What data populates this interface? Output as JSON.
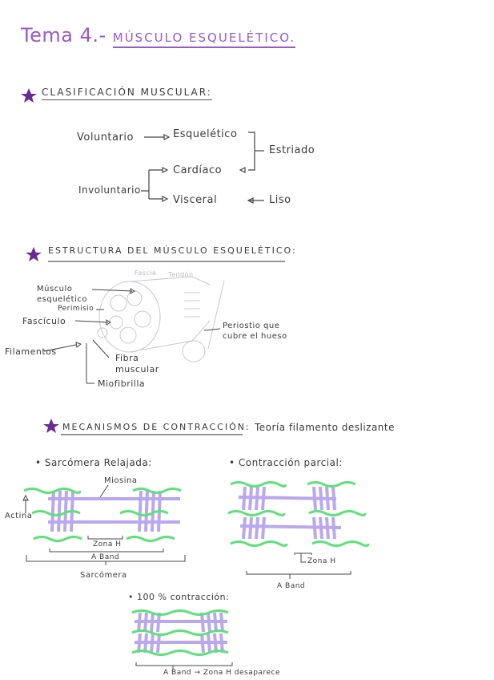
{
  "page": {
    "title_prefix": "Tema 4.-",
    "title": "Músculo esquelético."
  },
  "sections": {
    "clasificacion": {
      "heading": "Clasificación muscular:",
      "items": {
        "voluntario": "Voluntario",
        "esqueletico": "Esquelético",
        "estriado": "Estriado",
        "cardiaco": "Cardíaco",
        "involuntario": "Involuntario",
        "visceral": "Visceral",
        "liso": "Liso"
      }
    },
    "estructura": {
      "heading": "Estructura del músculo esquelético:",
      "labels": {
        "musculo": "Músculo esquelético",
        "perimisio": "Perimisio",
        "fasciculo": "Fascículo",
        "filamentos": "Filamentos",
        "fibra": "Fibra muscular",
        "miofibrilla": "Miofibrilla",
        "fascia": "Fascia",
        "tendon": "Tendón",
        "periostio": "Periostio que cubre el hueso"
      }
    },
    "mecanismos": {
      "heading": "Mecanismos de contracción:",
      "subtitle": "Teoría filamento deslizante",
      "relajada": {
        "title": "Sarcómera Relajada:",
        "miosina": "Miosina",
        "actina": "Actina",
        "zona_h": "Zona H",
        "a_band": "A Band",
        "sarcomera": "Sarcómera"
      },
      "parcial": {
        "title": "Contracción parcial:",
        "zona_h": "Zona H",
        "a_band": "A Band"
      },
      "total": {
        "title": "100 % contracción:",
        "a_band": "A Band",
        "note": "Zona H desaparece"
      }
    }
  },
  "colors": {
    "heading_purple": "#9b59c7",
    "star_purple": "#6a2c91",
    "actin_green": "#5ee07a",
    "myosin_lavender": "#b9a8ee",
    "ink": "#3a3a3a"
  }
}
